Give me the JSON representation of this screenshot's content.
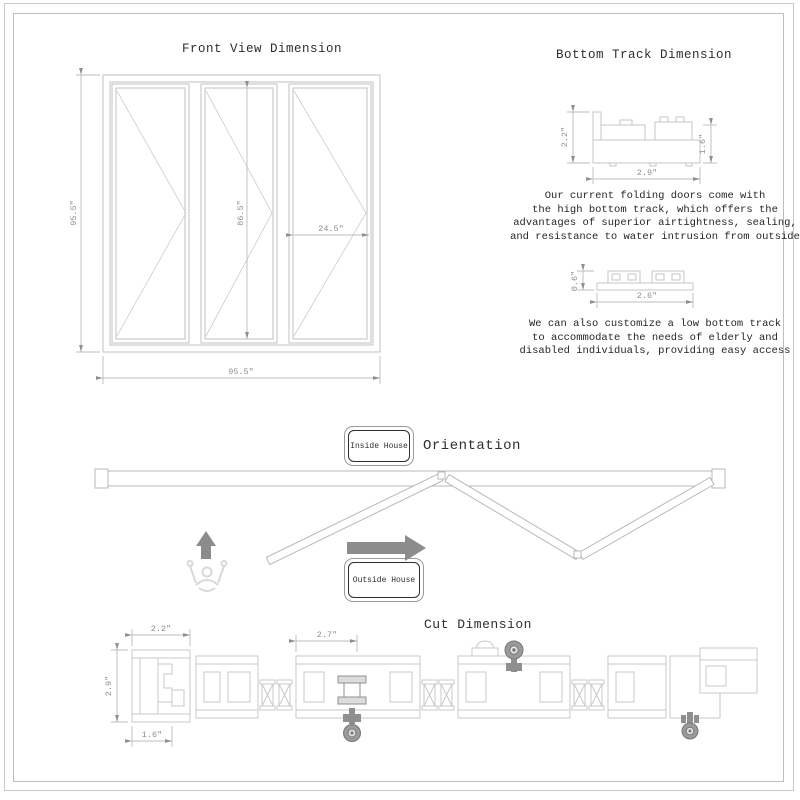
{
  "front_view": {
    "title": "Front View Dimension",
    "dims": {
      "overall_height": "95.5\"",
      "door_panel_height": "86.5\"",
      "panel_width": "24.5\"",
      "overall_width": "95.5\""
    }
  },
  "bottom_track": {
    "title": "Bottom Track Dimension",
    "high_track": {
      "left_height": "2.2\"",
      "right_height": "1.6\"",
      "width": "2.9\""
    },
    "high_track_note": [
      "Our current folding doors come with",
      "the high bottom track, which offers the",
      "advantages of superior airtightness, sealing,",
      "and resistance to water intrusion from outside"
    ],
    "low_track": {
      "height": "0.6\"",
      "width": "2.6\""
    },
    "low_track_note": [
      "We can also customize a low bottom track",
      "to accommodate the needs of elderly and",
      "disabled individuals, providing easy access"
    ]
  },
  "orientation": {
    "title": "Orientation",
    "inside_label": "Inside House",
    "outside_label": "Outside House"
  },
  "cut": {
    "title": "Cut Dimension",
    "dims": {
      "jamb_width": "2.2\"",
      "jamb_depth": "2.9\"",
      "jamb_bottom_width": "1.6\"",
      "panel_width": "2.7\""
    }
  },
  "colors": {
    "profile_line": "#c6c6c6",
    "dim_line": "#9b9b9b",
    "arrow_gray": "#8c8c8c",
    "text_dark": "#2e2e2e"
  }
}
